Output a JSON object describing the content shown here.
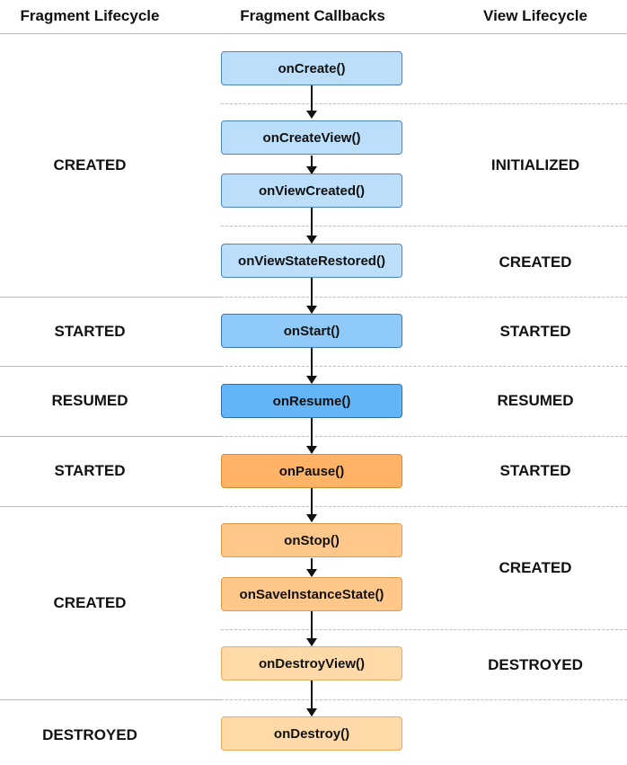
{
  "headers": {
    "fragment_lifecycle": "Fragment Lifecycle",
    "fragment_callbacks": "Fragment Callbacks",
    "view_lifecycle": "View Lifecycle"
  },
  "callbacks": {
    "on_create": "onCreate()",
    "on_create_view": "onCreateView()",
    "on_view_created": "onViewCreated()",
    "on_view_state_restored": "onViewStateRestored()",
    "on_start": "onStart()",
    "on_resume": "onResume()",
    "on_pause": "onPause()",
    "on_stop": "onStop()",
    "on_save_instance_state": "onSaveInstanceState()",
    "on_destroy_view": "onDestroyView()",
    "on_destroy": "onDestroy()"
  },
  "fragment_states": {
    "created_1": "CREATED",
    "started_1": "STARTED",
    "resumed": "RESUMED",
    "started_2": "STARTED",
    "created_2": "CREATED",
    "destroyed": "DESTROYED"
  },
  "view_states": {
    "initialized": "INITIALIZED",
    "created_1": "CREATED",
    "started_1": "STARTED",
    "resumed": "RESUMED",
    "started_2": "STARTED",
    "created_2": "CREATED",
    "destroyed": "DESTROYED"
  },
  "colors": {
    "blue_light": "#bbdefb",
    "blue_mid": "#90caf9",
    "blue_strong": "#64b5f6",
    "orange_strong": "#ffb366",
    "orange_mid": "#ffc88a",
    "orange_light": "#ffd9a8",
    "separator": "#bdbdbd"
  }
}
